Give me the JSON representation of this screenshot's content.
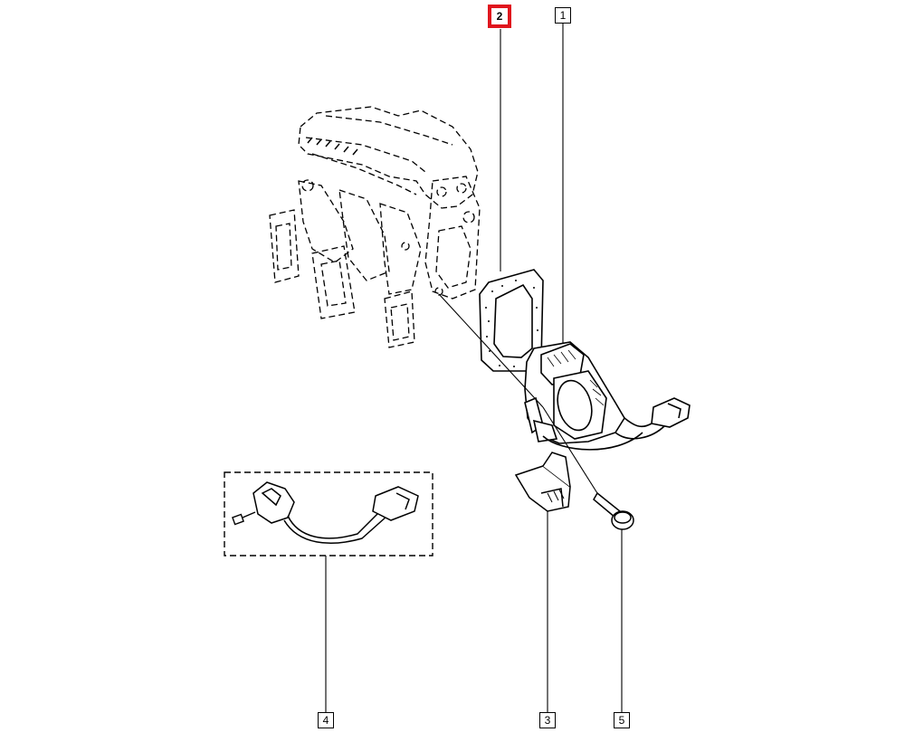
{
  "callouts": [
    {
      "id": "1",
      "label": "1",
      "selected": false
    },
    {
      "id": "2",
      "label": "2",
      "selected": true
    },
    {
      "id": "3",
      "label": "3",
      "selected": false
    },
    {
      "id": "4",
      "label": "4",
      "selected": false
    },
    {
      "id": "5",
      "label": "5",
      "selected": false
    }
  ],
  "colors": {
    "line": "#000000",
    "highlight": "#e0151d",
    "background": "#ffffff"
  }
}
